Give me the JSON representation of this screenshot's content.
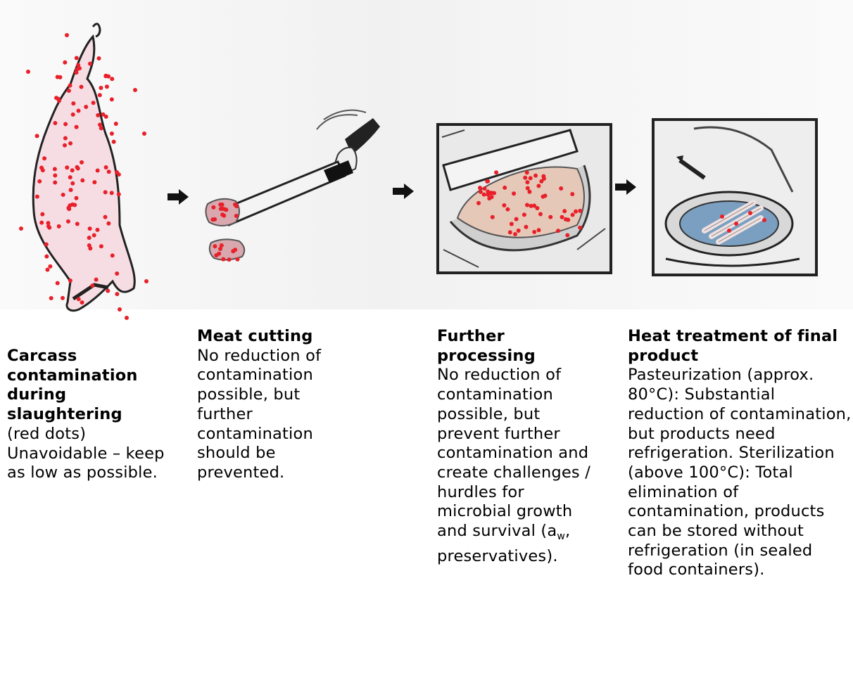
{
  "stages": [
    {
      "title": "Carcass contamination during slaughtering",
      "text": "(red dots) Unavoidable – keep as low as possible."
    },
    {
      "title": "Meat cutting",
      "text": "No reduction of contamination possible, but further contamination should be prevented."
    },
    {
      "title": "Further processing",
      "text_before_subscript": "No reduction of contamination possible, but prevent further contamination and create challenges / hurdles for microbial growth and survival (a",
      "subscript": "w",
      "text_after_subscript": ", preservatives)."
    },
    {
      "title": "Heat treatment of final product",
      "text": "Pasteurization (approx. 80°C): Substantial reduction of contamination, but products need refrigeration. Sterilization (above 100°C): Total elimination of contamination, products can be stored without refrigeration (in sealed food containers)."
    }
  ],
  "colors": {
    "contamination_dot": "#e8202a",
    "carcass_fill": "#f6dde4",
    "water": "#7a9fc0"
  }
}
